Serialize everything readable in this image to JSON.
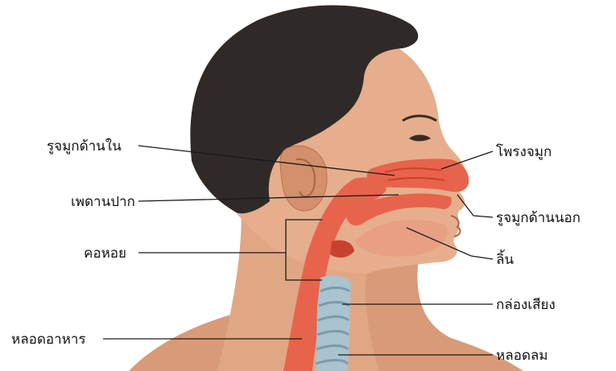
{
  "labels": {
    "inner_nasal_cavity": "รูจมูกด้านใน",
    "hard_palate": "เพดานปาก",
    "pharynx": "คอหอย",
    "esophagus": "หลอดอาหาร",
    "nasal_cavity": "โพรงจมูก",
    "nostril": "รูจมูกด้านนอก",
    "tongue": "ลิ้น",
    "larynx": "กล่องเสียง",
    "trachea": "หลอดลม"
  },
  "colors": {
    "skin": "#e2a987",
    "skin_shadow": "#c88563",
    "hair": "#2f2a27",
    "airway": "#e8634b",
    "airway_dark": "#c9412e",
    "trachea": "#a9c3cf",
    "background": "#ffffff"
  }
}
